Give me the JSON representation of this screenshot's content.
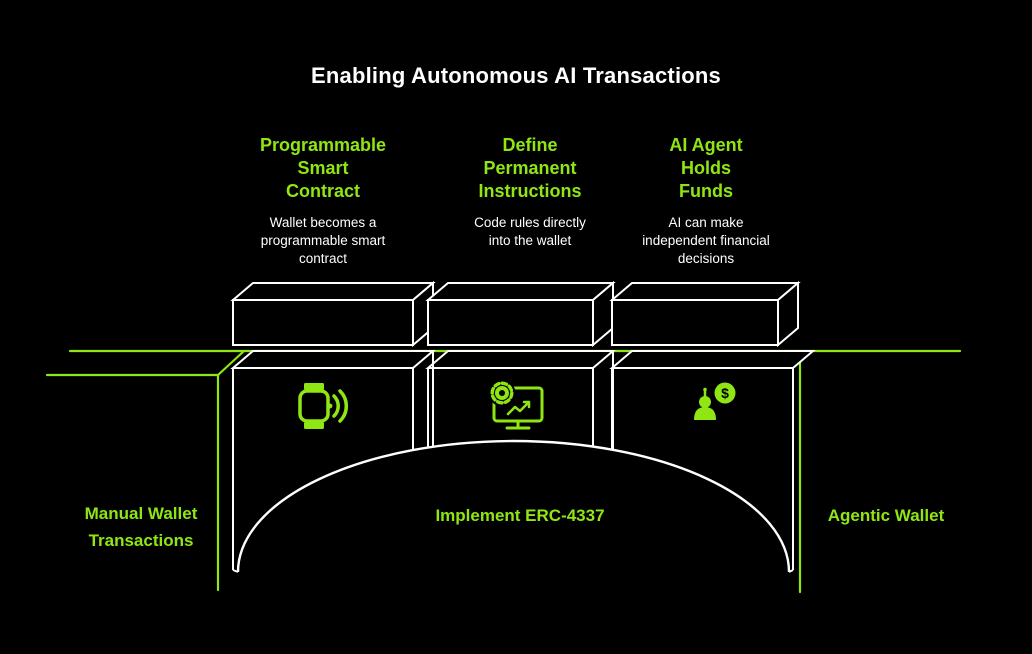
{
  "title": "Enabling Autonomous AI Transactions",
  "colors": {
    "background": "#000000",
    "accent": "#8FE612",
    "line": "#FFFFFF",
    "text": "#FFFFFF"
  },
  "columns": [
    {
      "heading": "Programmable\nSmart\nContract",
      "description": "Wallet becomes a\nprogrammable smart\ncontract",
      "icon": "smartwatch-contactless-icon"
    },
    {
      "heading": "Define\nPermanent\nInstructions",
      "description": "Code rules directly\ninto the wallet",
      "icon": "monitor-gear-icon"
    },
    {
      "heading": "AI Agent\nHolds\nFunds",
      "description": "AI can make\nindependent financial\ndecisions",
      "icon": "ai-agent-funds-icon"
    }
  ],
  "labels": {
    "left": "Manual Wallet\nTransactions",
    "center": "Implement ERC-4337",
    "right": "Agentic Wallet"
  },
  "icons": {
    "coin_symbol": "$"
  }
}
